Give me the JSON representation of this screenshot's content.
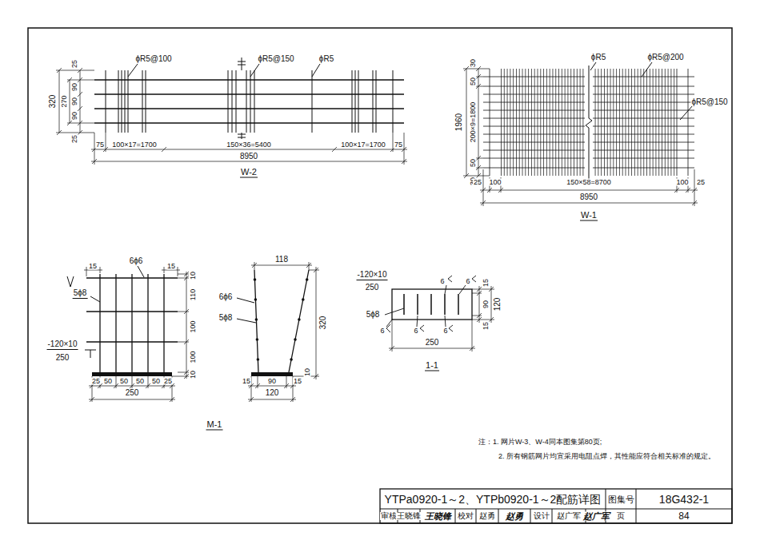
{
  "diagram": {
    "title": "YTPa0920-1～2、YTPb0920-1～2配筋详图",
    "labels": [
      "ϕR5@100",
      "ϕR5@150",
      "ϕR5",
      "25",
      "320",
      "270",
      "90",
      "90",
      "90",
      "25",
      "75",
      "100×17=1700",
      "150×36=5400",
      "100×17=1700",
      "75",
      "8950",
      "W-2",
      "ϕR5",
      "ϕR5@200",
      "ϕR5@150",
      "30",
      "50",
      "1960",
      "200×9=1800",
      "50",
      "30",
      "25",
      "100",
      "150×58=8700",
      "100",
      "25",
      "8950",
      "W-1",
      "15",
      "6ϕ6",
      "15",
      "10",
      "5ϕ8",
      "110",
      "100",
      "100",
      "10",
      "-120×10",
      "250",
      "25",
      "50",
      "50",
      "50",
      "50",
      "25",
      "250",
      "M-1",
      "118",
      "6ϕ6",
      "5ϕ8",
      "320",
      "15",
      "90",
      "15",
      "10",
      "120",
      "-120×10",
      "250",
      "6",
      "6",
      "15",
      "5ϕ8",
      "90",
      "120",
      "6",
      "6",
      "6",
      "15",
      "250",
      "1-1",
      "注：1. 网片W-3、W-4同本图集第80页;",
      "2. 所有钢筋网片均宜采用电阻点焊，其性能应符合相关标准的规定。",
      "图集号",
      "18G432-1",
      "审核",
      "王晓锋",
      "王晓锋",
      "校对",
      "赵勇",
      "赵勇",
      "设计",
      "赵广军",
      "赵广军",
      "页",
      "84"
    ]
  }
}
